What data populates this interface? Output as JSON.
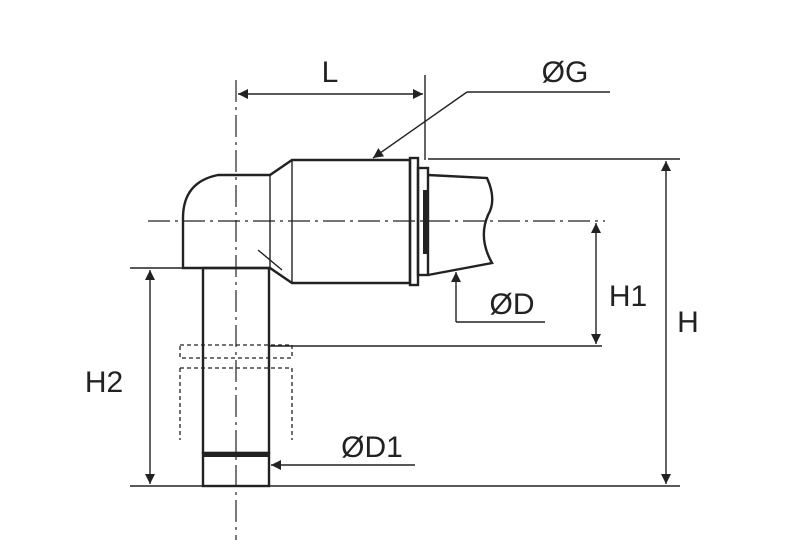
{
  "labels": {
    "L": "L",
    "G": "ØG",
    "D": "ØD",
    "H1": "H1",
    "H": "H",
    "H2": "H2",
    "D1": "ØD1"
  }
}
